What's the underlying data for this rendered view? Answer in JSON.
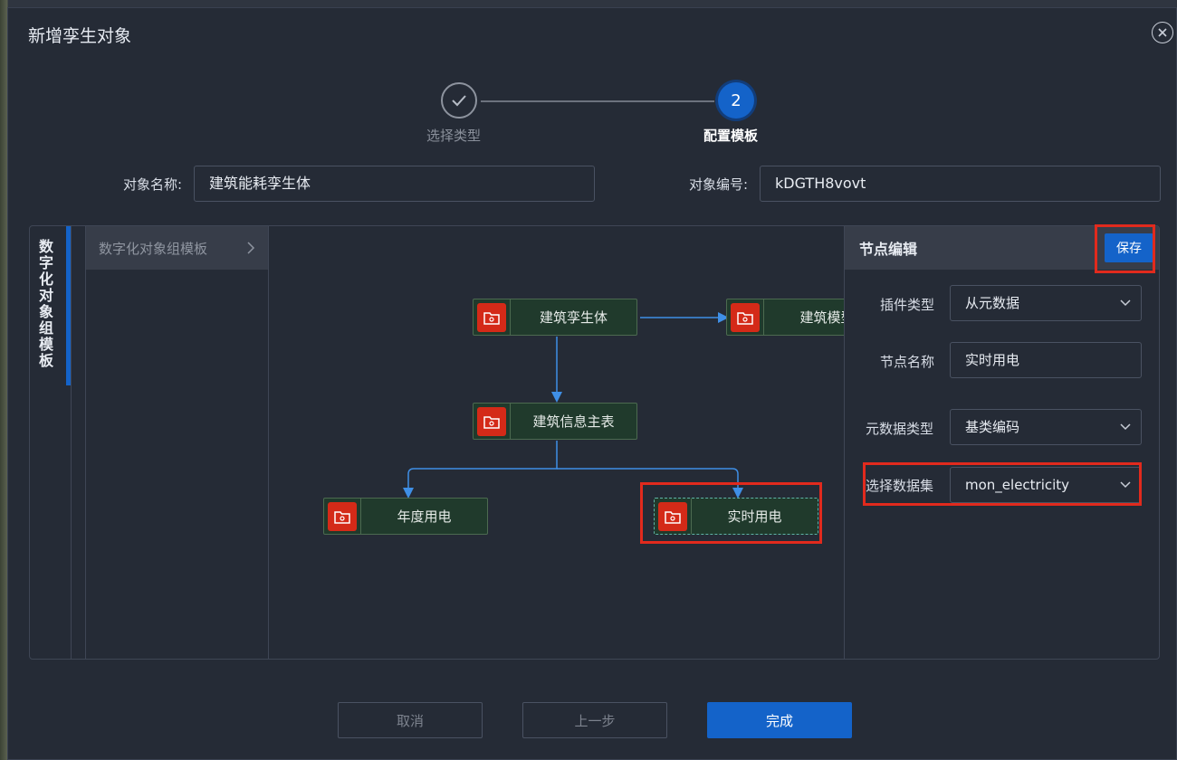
{
  "dialog": {
    "title": "新增孪生对象"
  },
  "steps": [
    {
      "label": "选择类型",
      "status": "done"
    },
    {
      "number": "2",
      "label": "配置模板",
      "status": "active"
    }
  ],
  "fields": {
    "object_name_label": "对象名称:",
    "object_name_value": "建筑能耗孪生体",
    "object_code_label": "对象编号:",
    "object_code_value": "kDGTH8vovt"
  },
  "side_tab": {
    "label": "数字化对象组模板"
  },
  "template_panel": {
    "header": "数字化对象组模板"
  },
  "nodes": {
    "root": "建筑孪生体",
    "model": "建筑模型",
    "info": "建筑信息主表",
    "annual": "年度用电",
    "realtime": "实时用电"
  },
  "editor": {
    "title": "节点编辑",
    "save_label": "保存",
    "plugin_type_label": "插件类型",
    "plugin_type_value": "从元数据",
    "node_name_label": "节点名称",
    "node_name_value": "实时用电",
    "meta_type_label": "元数据类型",
    "meta_type_value": "基类编码",
    "dataset_label": "选择数据集",
    "dataset_value": "mon_electricity"
  },
  "footer": {
    "cancel": "取消",
    "prev": "上一步",
    "finish": "完成"
  },
  "colors": {
    "accent": "#1463c9",
    "node_icon": "#d42a18",
    "highlight": "#e12a1d",
    "edge": "#3f8fe6"
  }
}
